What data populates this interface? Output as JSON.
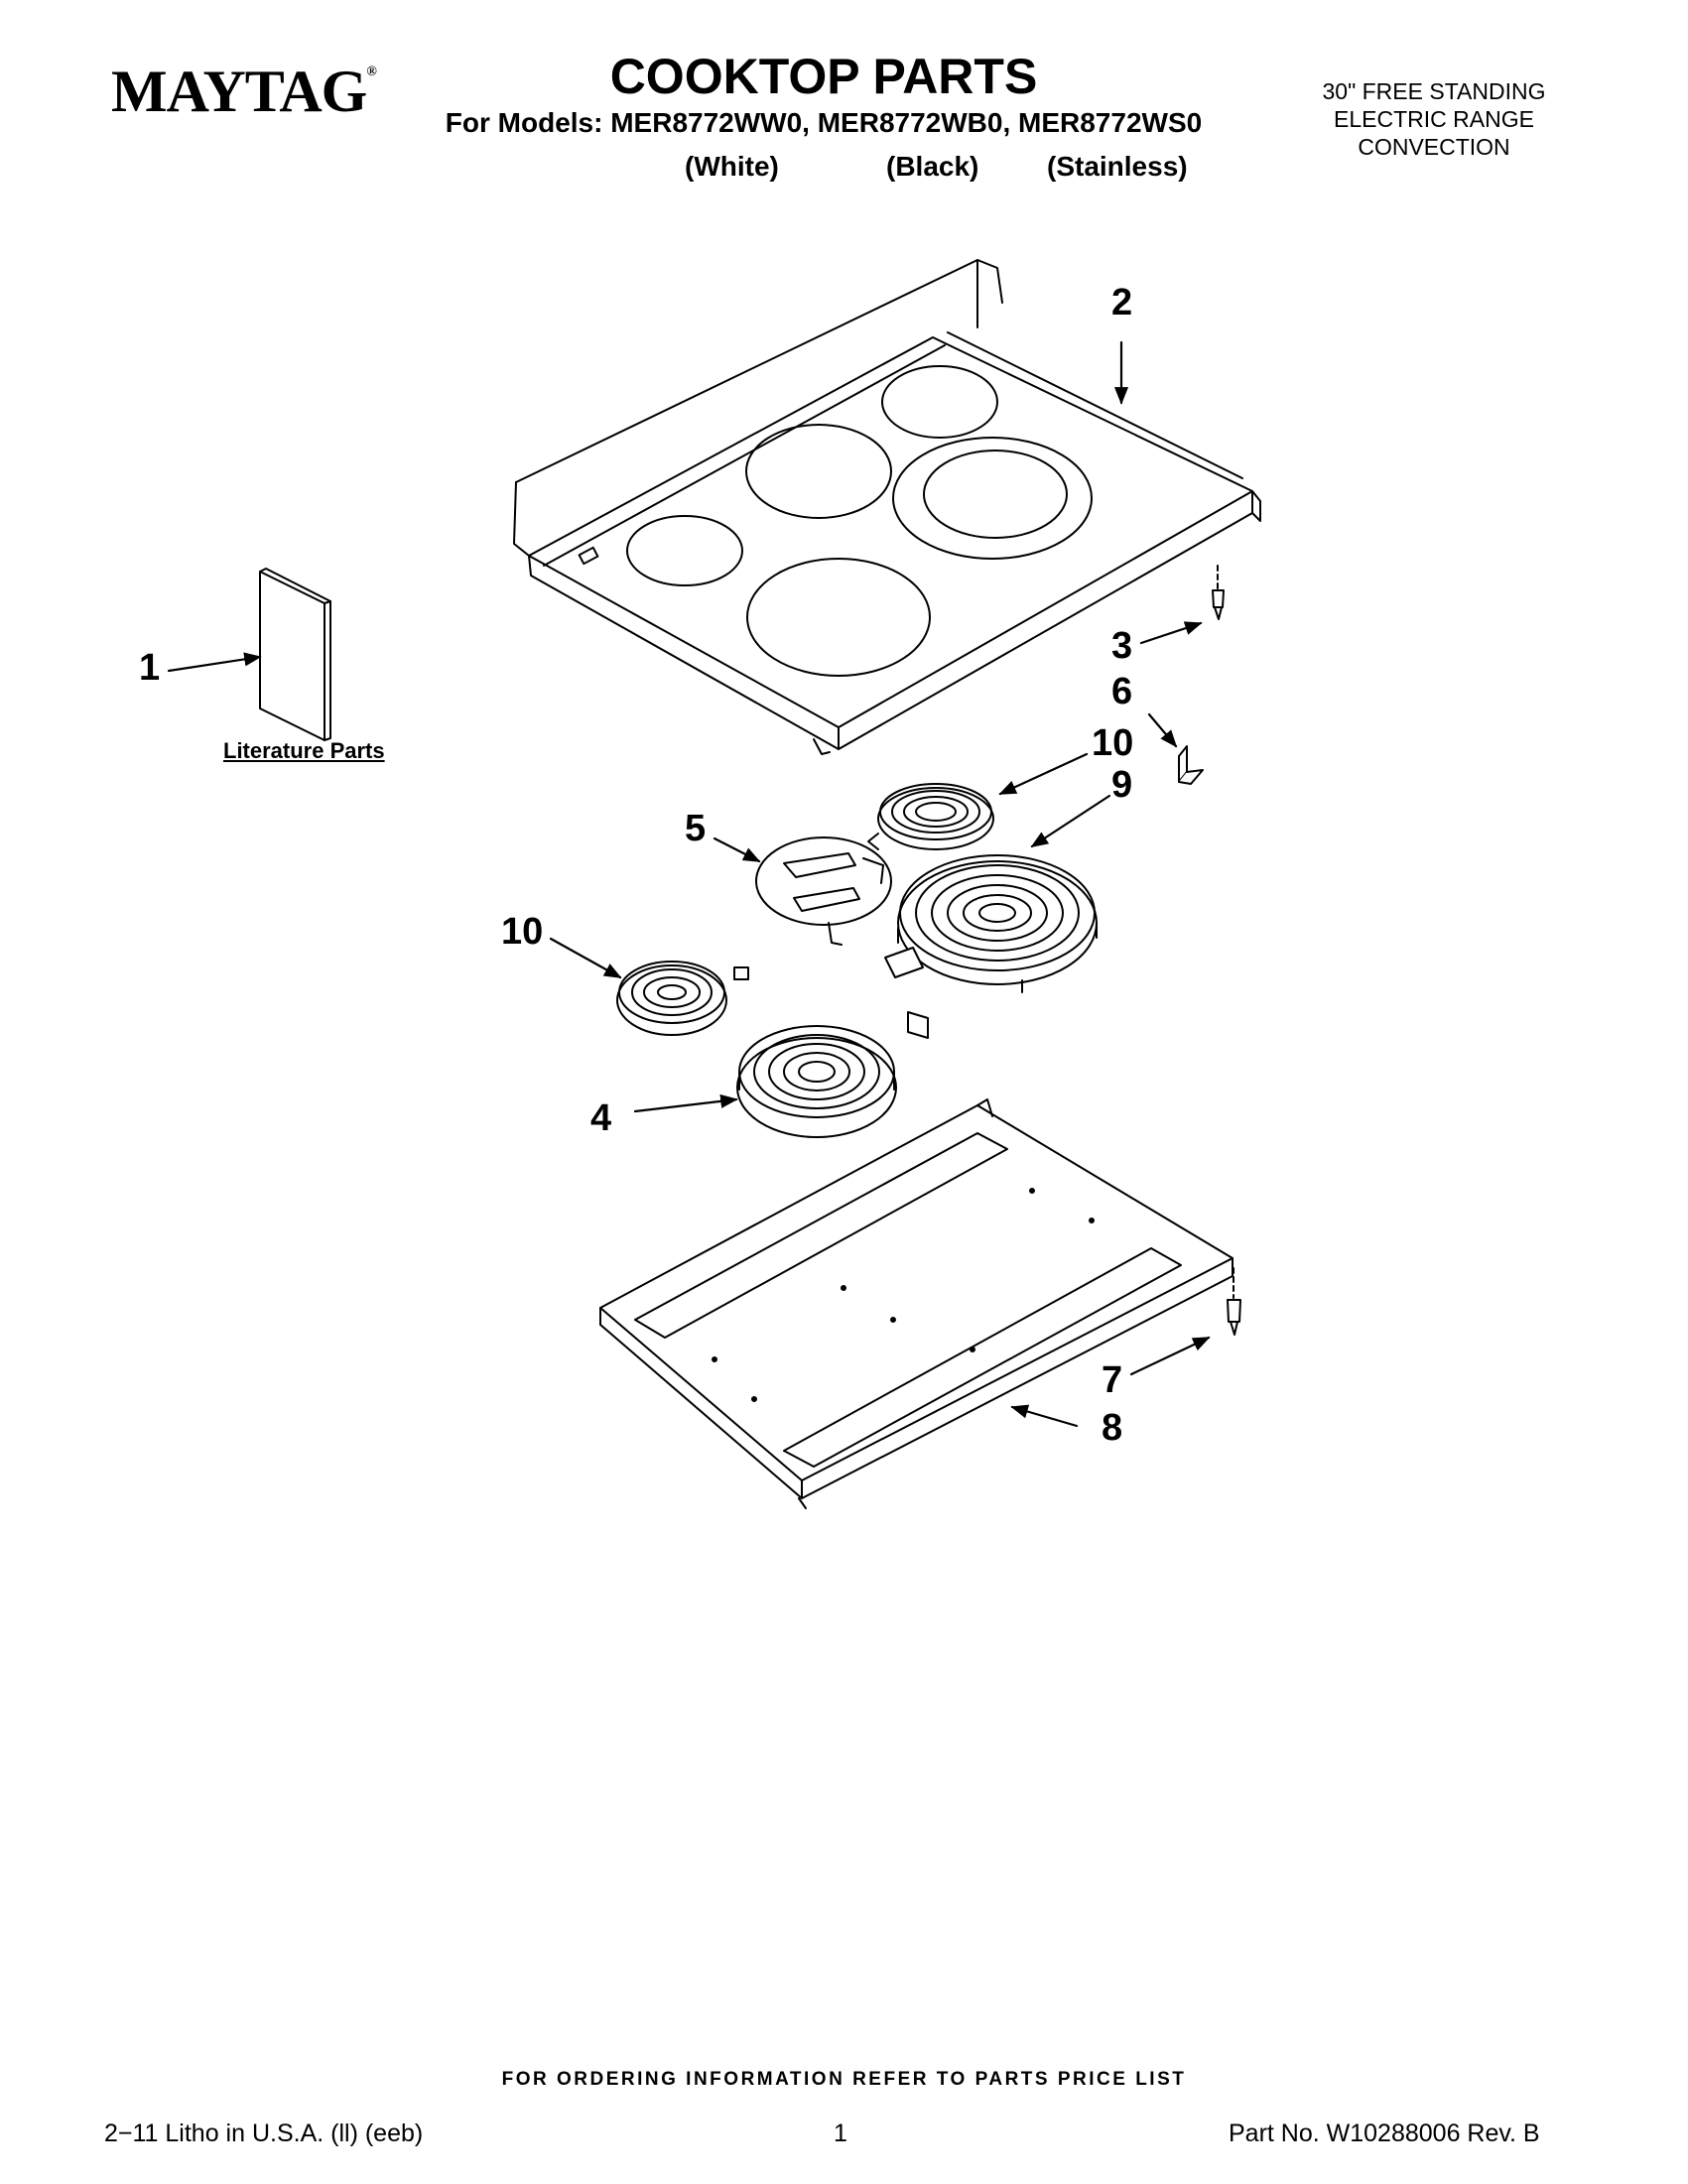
{
  "header": {
    "brand": "MAYTAG",
    "brand_mark": "®",
    "title": "COOKTOP PARTS",
    "models_line": "For Models: MER8772WW0, MER8772WB0, MER8772WS0",
    "variants": [
      "(White)",
      "(Black)",
      "(Stainless)"
    ],
    "product_lines": [
      "30\" FREE STANDING",
      "ELECTRIC RANGE",
      "CONVECTION"
    ]
  },
  "diagram": {
    "literature_label": "Literature Parts",
    "callouts": [
      "1",
      "2",
      "3",
      "6",
      "10",
      "9",
      "5",
      "10",
      "4",
      "7",
      "8"
    ]
  },
  "footer": {
    "ordering_note": "FOR ORDERING INFORMATION REFER TO PARTS PRICE LIST",
    "litho": "2−11 Litho in U.S.A. (ll) (eeb)",
    "page_number": "1",
    "part_number": "Part No. W10288006 Rev. B"
  }
}
